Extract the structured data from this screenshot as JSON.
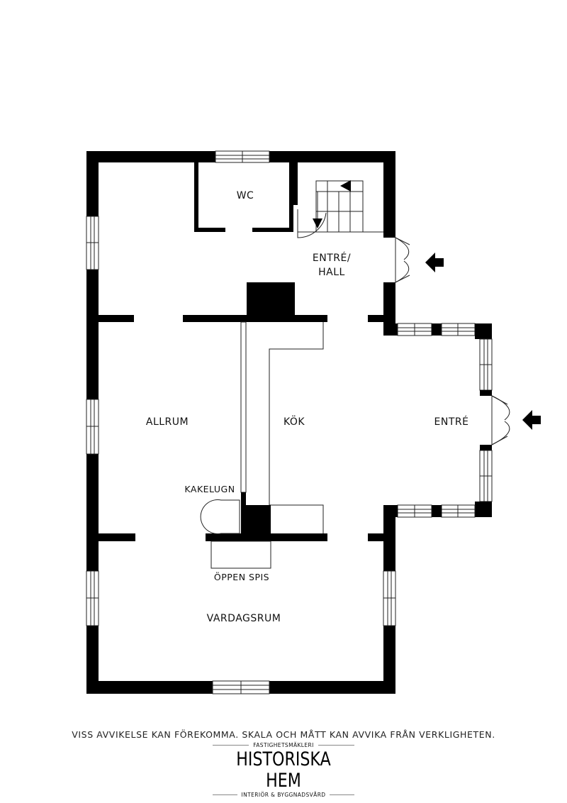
{
  "rooms": {
    "wc": "WC",
    "entre_hall_line1": "ENTRÉ/",
    "entre_hall_line2": "HALL",
    "allrum": "ALLRUM",
    "kok": "KÖK",
    "entre": "ENTRÉ",
    "kakelugn": "KAKELUGN",
    "oppen_spis": "ÖPPEN SPIS",
    "vardagsrum": "VARDAGSRUM"
  },
  "footer": {
    "disclaimer": "VISS AVVIKELSE KAN FÖREKOMMA. SKALA OCH MÅTT KAN AVVIKA FRÅN VERKLIGHETEN.",
    "brand_top": "FASTIGHETSMÄKLERI",
    "brand_name": "HISTORISKA HEM",
    "brand_bottom": "INTERIÖR & BYGGNADSVÅRD"
  },
  "colors": {
    "wall": "#000000",
    "line": "#222222",
    "background": "#ffffff"
  },
  "icons": [
    "entrance-arrow-icon",
    "stair-direction-arrow-icon"
  ]
}
